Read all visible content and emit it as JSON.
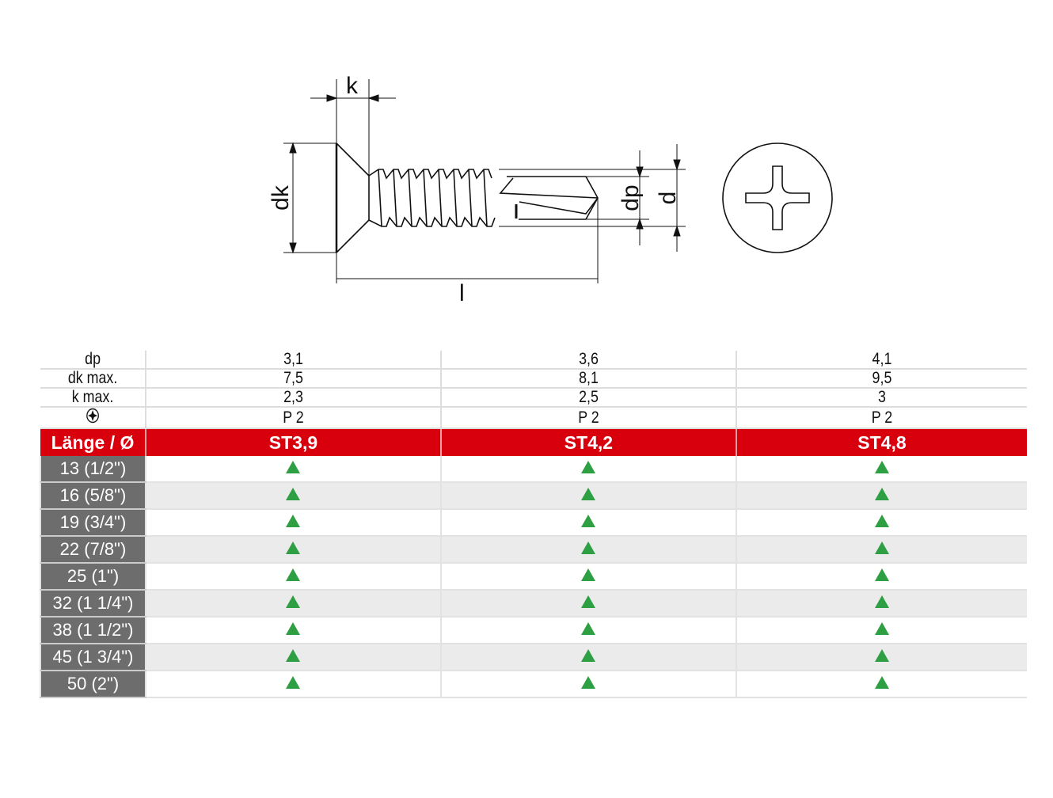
{
  "drawing": {
    "k": "k",
    "dk": "dk",
    "dp": "dp",
    "d": "d",
    "l": "l"
  },
  "specs": {
    "rows": [
      {
        "label": "dp",
        "values": [
          "3,1",
          "3,6",
          "4,1"
        ]
      },
      {
        "label": "dk max.",
        "values": [
          "7,5",
          "8,1",
          "9,5"
        ]
      },
      {
        "label": "k max.",
        "values": [
          "2,3",
          "2,5",
          "3"
        ]
      },
      {
        "label": "phillips-drive-icon",
        "values": [
          "P 2",
          "P 2",
          "P 2"
        ]
      }
    ]
  },
  "header": {
    "label": "Länge / Ø",
    "sizes": [
      "ST3,9",
      "ST4,2",
      "ST4,8"
    ]
  },
  "lengths": [
    "13 (1/2\")",
    "16 (5/8\")",
    "19 (3/4\")",
    "22 (7/8\")",
    "25 (1\")",
    "32 (1 1/4\")",
    "38 (1 1/2\")",
    "45 (1 3/4\")",
    "50 (2\")"
  ],
  "availability_icon": "green-triangle-available",
  "colors": {
    "header_red": "#d9000d",
    "length_gray": "#6d6d6d",
    "available_green": "#2ea043"
  }
}
